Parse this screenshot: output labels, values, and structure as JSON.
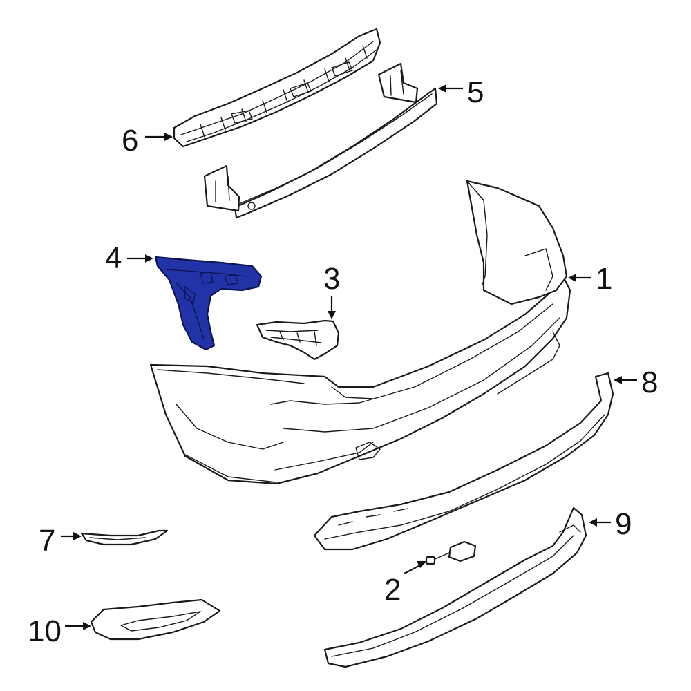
{
  "callouts": [
    {
      "id": "1",
      "label": "1"
    },
    {
      "id": "2",
      "label": "2"
    },
    {
      "id": "3",
      "label": "3"
    },
    {
      "id": "4",
      "label": "4"
    },
    {
      "id": "5",
      "label": "5"
    },
    {
      "id": "6",
      "label": "6"
    },
    {
      "id": "7",
      "label": "7"
    },
    {
      "id": "8",
      "label": "8"
    },
    {
      "id": "9",
      "label": "9"
    },
    {
      "id": "10",
      "label": "10"
    }
  ],
  "highlighted_part": "4",
  "colors": {
    "highlight": "#2233a8",
    "line": "#1a1a1a",
    "background": "#ffffff"
  }
}
